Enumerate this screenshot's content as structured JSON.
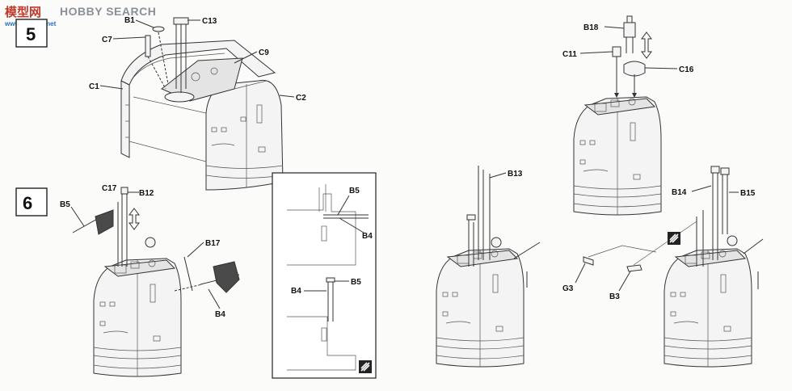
{
  "watermark": {
    "logo_text": "模型网",
    "brand": "HOBBY SEARCH",
    "url": "www.moxing.net"
  },
  "steps": [
    {
      "number": "5"
    },
    {
      "number": "6"
    }
  ],
  "part_labels": {
    "b1": "B1",
    "c13": "C13",
    "c7": "C7",
    "c9": "C9",
    "c1": "C1",
    "c2": "C2",
    "b18": "B18",
    "c11": "C11",
    "c16": "C16",
    "c17": "C17",
    "b12": "B12",
    "b5": "B5",
    "b17": "B17",
    "b4": "B4",
    "detail_b5_top": "B5",
    "detail_b4_top": "B4",
    "detail_b4_bottom": "B4",
    "detail_b5_bottom": "B5",
    "b13": "B13",
    "b14": "B14",
    "b15": "B15",
    "g3": "G3",
    "b3": "B3"
  },
  "colors": {
    "line": "#333333",
    "paper": "#fbfbf9",
    "part_fill": "#f4f4f4",
    "flag_fill": "#4a4a4a",
    "watermark_red": "#c0392b",
    "watermark_gray": "#8a8f9a",
    "watermark_blue": "#2a6fc2"
  },
  "icons": [
    "glue-icon",
    "up-down-arrow-icon"
  ]
}
